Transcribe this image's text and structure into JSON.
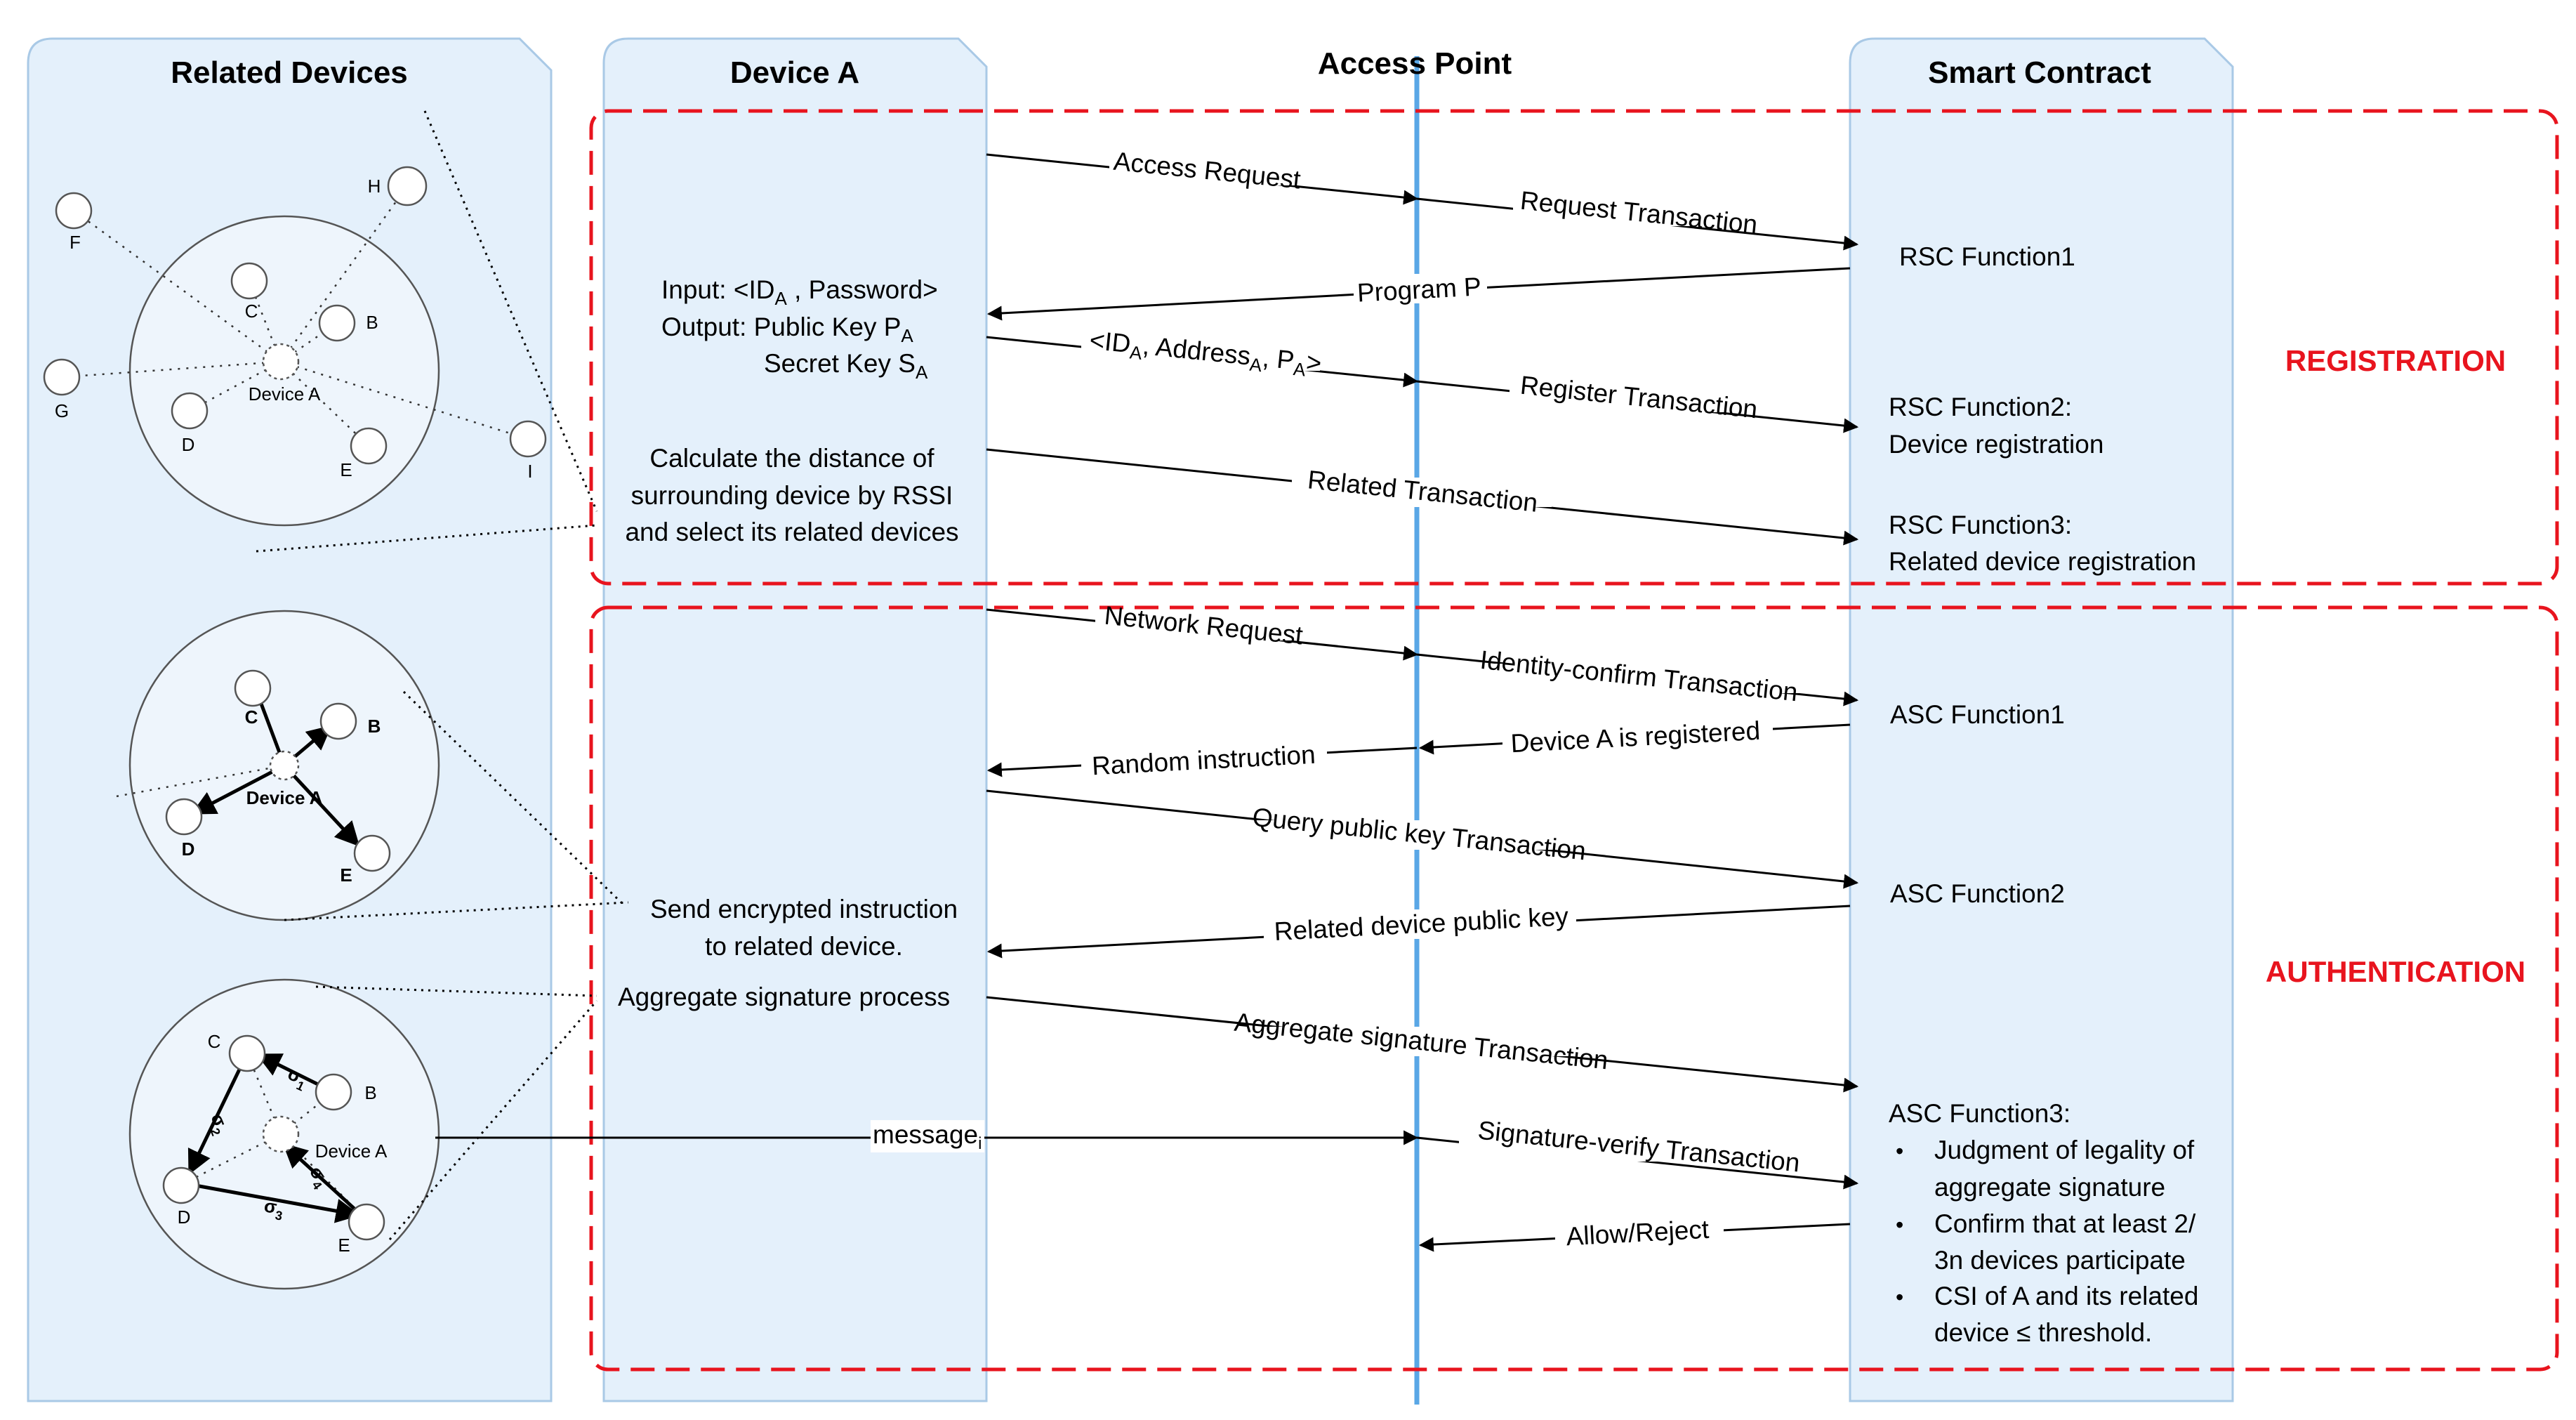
{
  "lanes": {
    "related_devices": "Related Devices",
    "device_a": "Device A",
    "access_point": "Access Point",
    "smart_contract": "Smart Contract"
  },
  "sections": {
    "registration": "REGISTRATION",
    "authentication": "AUTHENTICATION"
  },
  "device_a_notes": {
    "input": "Input: <ID",
    "input_sub": "A",
    "input_rest": " , Password>",
    "output": "Output: Public Key P",
    "output_sub": "A",
    "secret": "Secret Key S",
    "secret_sub": "A",
    "calc_line1": "Calculate the distance of",
    "calc_line2": "surrounding device by RSSI",
    "calc_line3": "and select its related devices",
    "send_line1": "Send encrypted instruction",
    "send_line2": "to related device.",
    "aggregate": "Aggregate signature process"
  },
  "messages": {
    "access_request": "Access Request",
    "request_transaction": "Request Transaction",
    "program_p": "Program P",
    "register_params": "<ID",
    "register_params_sub1": "A",
    "register_params_mid": ", Address",
    "register_params_sub2": "A",
    "register_params_mid2": ", P",
    "register_params_sub3": "A",
    "register_params_end": ">",
    "register_transaction": "Register Transaction",
    "related_transaction": "Related Transaction",
    "network_request": "Network Request",
    "identity_confirm": "Identity-confirm Transaction",
    "device_registered": "Device A is registered",
    "random_instruction": "Random instruction",
    "query_public_key": "Query public key Transaction",
    "related_public_key": "Related device public key",
    "aggregate_transaction": "Aggregate signature Transaction",
    "message_i": "message",
    "message_i_sub": "i",
    "signature_verify": "Signature-verify Transaction",
    "allow_reject": "Allow/Reject"
  },
  "contract_functions": {
    "rsc1": "RSC Function1",
    "rsc2_line1": "RSC Function2:",
    "rsc2_line2": "Device registration",
    "rsc3_line1": "RSC Function3:",
    "rsc3_line2": "Related device registration",
    "asc1": "ASC Function1",
    "asc2": "ASC Function2",
    "asc3": "ASC Function3:",
    "asc3_bullets": [
      [
        "Judgment of legality of",
        "aggregate signature"
      ],
      [
        "Confirm that at least 2/",
        "3n devices participate"
      ],
      [
        "CSI of A and its related",
        "device ≤ threshold."
      ]
    ]
  },
  "graph1": {
    "nodes": [
      "F",
      "H",
      "C",
      "B",
      "G",
      "Device A",
      "D",
      "E",
      "I"
    ]
  },
  "graph2": {
    "nodes": [
      "C",
      "B",
      "Device A",
      "D",
      "E"
    ]
  },
  "graph3": {
    "nodes": [
      "C",
      "B",
      "Device A",
      "D",
      "E"
    ],
    "sigmas": [
      "σ",
      "σ",
      "σ",
      "σ"
    ],
    "sigma_subs": [
      "1",
      "2",
      "3",
      "4"
    ]
  },
  "colors": {
    "lane_fill": "#e4f0fb",
    "lane_border": "#a9c9e6",
    "access_line": "#5aa7e6",
    "section_border": "#e8141e"
  }
}
